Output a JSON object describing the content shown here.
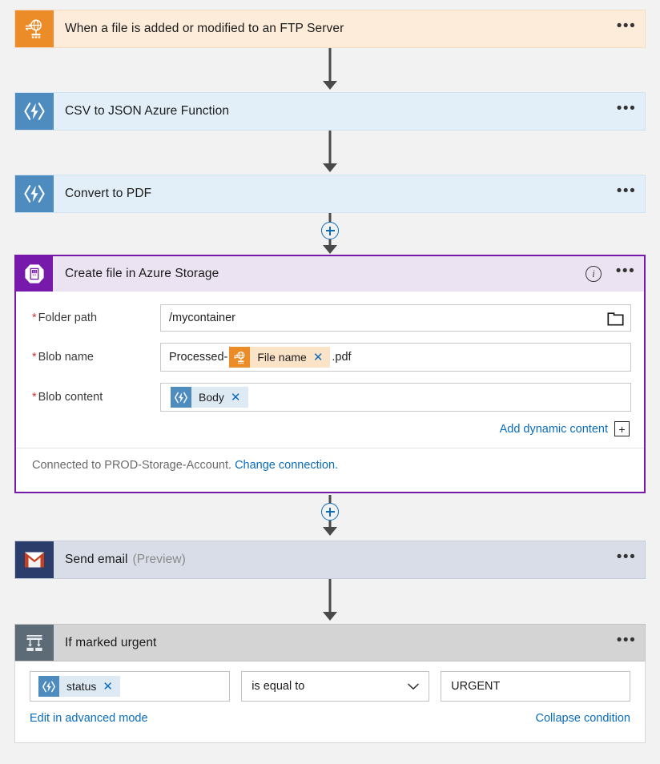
{
  "flow": {
    "steps": [
      {
        "id": "ftp-trigger",
        "title": "When a file is added or modified to an FTP Server",
        "icon": "ftp-globe-icon",
        "accent": "#eb8c28",
        "menu": "•••"
      },
      {
        "id": "csv-to-json",
        "title": "CSV to JSON Azure Function",
        "icon": "azure-function-icon",
        "accent": "#4e8cc0",
        "menu": "•••"
      },
      {
        "id": "convert-to-pdf",
        "title": "Convert to PDF",
        "icon": "azure-function-icon",
        "accent": "#4e8cc0",
        "menu": "•••"
      },
      {
        "id": "send-email",
        "title": "Send email",
        "title_suffix": "(Preview)",
        "icon": "gmail-icon",
        "accent": "#2b3d6b",
        "menu": "•••"
      },
      {
        "id": "if-marked-urgent",
        "title": "If marked urgent",
        "icon": "condition-branch-icon",
        "accent": "#5d6b77",
        "menu": "•••"
      }
    ],
    "insert_button_label": "+"
  },
  "storage_card": {
    "title": "Create file in Azure Storage",
    "icon": "azure-storage-icon",
    "accent": "#7719aa",
    "info_icon": "i",
    "menu": "•••",
    "fields": {
      "folder_path": {
        "label": "Folder path",
        "required_marker": "*",
        "value": "/mycontainer",
        "picker_icon": "folder-icon"
      },
      "blob_name": {
        "label": "Blob name",
        "required_marker": "*",
        "prefix_text": "Processed-",
        "token": {
          "label": "File name",
          "icon": "ftp-globe-icon",
          "remove": "✕"
        },
        "suffix_text": ".pdf"
      },
      "blob_content": {
        "label": "Blob content",
        "required_marker": "*",
        "token": {
          "label": "Body",
          "icon": "azure-function-icon",
          "remove": "✕"
        }
      }
    },
    "add_dynamic_content": "Add dynamic content",
    "add_dynamic_content_icon": "+",
    "connection_text": "Connected to PROD-Storage-Account.",
    "change_connection_link": "Change connection."
  },
  "condition": {
    "left_token": {
      "label": "status",
      "icon": "azure-function-icon",
      "remove": "✕"
    },
    "operator": "is equal to",
    "operator_chevron": "chevron-down-icon",
    "value": "URGENT",
    "advanced_link": "Edit in advanced mode",
    "collapse_link": "Collapse condition"
  }
}
